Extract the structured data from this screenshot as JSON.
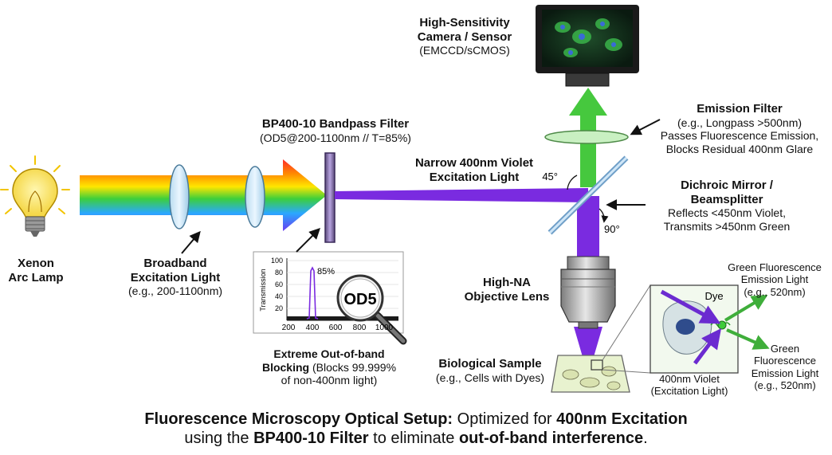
{
  "lamp": {
    "name_l1": "Xenon",
    "name_l2": "Arc Lamp"
  },
  "broadband": {
    "l1": "Broadband",
    "l2": "Excitation Light",
    "l3": "(e.g., 200-1100nm)"
  },
  "filter": {
    "title": "BP400-10 Bandpass Filter",
    "spec": "(OD5@200-1100nm // T=85%)"
  },
  "narrow": {
    "l1": "Narrow 400nm Violet",
    "l2": "Excitation Light"
  },
  "inset_plot": {
    "ylabel": "Transmission",
    "y_ticks": [
      "100",
      "80",
      "60",
      "40",
      "20"
    ],
    "x_ticks": [
      "200",
      "400",
      "600",
      "800",
      "1000"
    ],
    "peak_label": "85%",
    "magnifier_label": "OD5"
  },
  "blocking": {
    "l1": "Extreme Out-of-band",
    "l2_bold": "Blocking",
    "l2_rest": " (Blocks 99.999%",
    "l3": "of non-400nm light)"
  },
  "camera": {
    "l1": "High-Sensitivity",
    "l2": "Camera / Sensor",
    "l3": "(EMCCD/sCMOS)"
  },
  "emission_filter": {
    "title": "Emission Filter",
    "l2": "(e.g., Longpass >500nm)",
    "l3": "Passes Fluorescence Emission,",
    "l4": "Blocks Residual 400nm Glare"
  },
  "dichroic": {
    "l1": "Dichroic Mirror /",
    "l2": "Beamsplitter",
    "l3": "Reflects <450nm Violet,",
    "l4": "Transmits >450nm Green"
  },
  "angles": {
    "a45": "45°",
    "a90": "90°"
  },
  "objective": {
    "l1": "High-NA",
    "l2": "Objective Lens"
  },
  "sample": {
    "l1": "Biological Sample",
    "l2": "(e.g., Cells with Dyes)"
  },
  "dye_label": "Dye",
  "green_em_top": {
    "l1": "Green Fluorescence",
    "l2": "Emission Light",
    "l3": "(e.g., 520nm)"
  },
  "green_em_bottom": {
    "l1": "Green",
    "l2": "Fluorescence",
    "l3": "Emission Light",
    "l4": "(e.g., 520nm)"
  },
  "violet_exc": {
    "l1": "400nm Violet",
    "l2": "(Excitation Light)"
  },
  "caption": {
    "l1_bold": "Fluorescence Microscopy Optical Setup:",
    "l1_mid": " Optimized for ",
    "l1_bold2": "400nm Excitation",
    "l2_a": "using the ",
    "l2_bold": "BP400-10 Filter",
    "l2_mid": " to eliminate ",
    "l2_bold2": "out-of-band interference",
    "l2_end": "."
  },
  "colors": {
    "violet": "#7a2be0",
    "green": "#3fc43a",
    "spectrum": [
      "#ff2a2a",
      "#ff8a00",
      "#ffe600",
      "#3ccf3c",
      "#2aa8ff",
      "#6a3df0"
    ]
  }
}
